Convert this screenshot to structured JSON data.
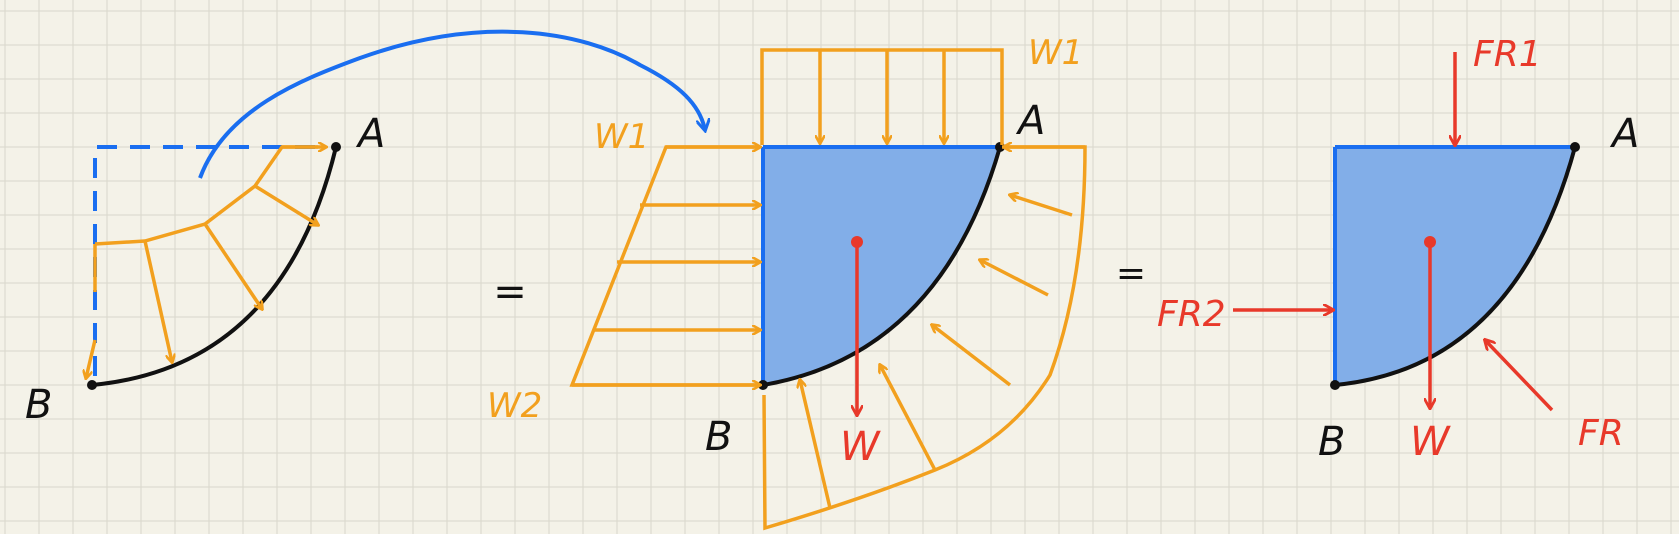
{
  "colors": {
    "paper": "#f4f2e8",
    "grid": "#d9d7cc",
    "pressure": "#f2a01e",
    "surface": "#111111",
    "transfer_arrow": "#1a6ef0",
    "fill": "#82aee8",
    "fill_edge": "#1a6ef0",
    "force": "#e8392a"
  },
  "panel1": {
    "label_a": "A",
    "label_b": "B"
  },
  "equals_1": "=",
  "panel2": {
    "label_a": "A",
    "label_b": "B",
    "w1_top": "W1",
    "w1_left": "W1",
    "w2": "W2",
    "weight": "W"
  },
  "equals_2": "=",
  "panel3": {
    "label_a": "A",
    "label_b": "B",
    "fr1": "FR1",
    "fr2": "FR2",
    "fr": "FR",
    "weight": "W"
  }
}
